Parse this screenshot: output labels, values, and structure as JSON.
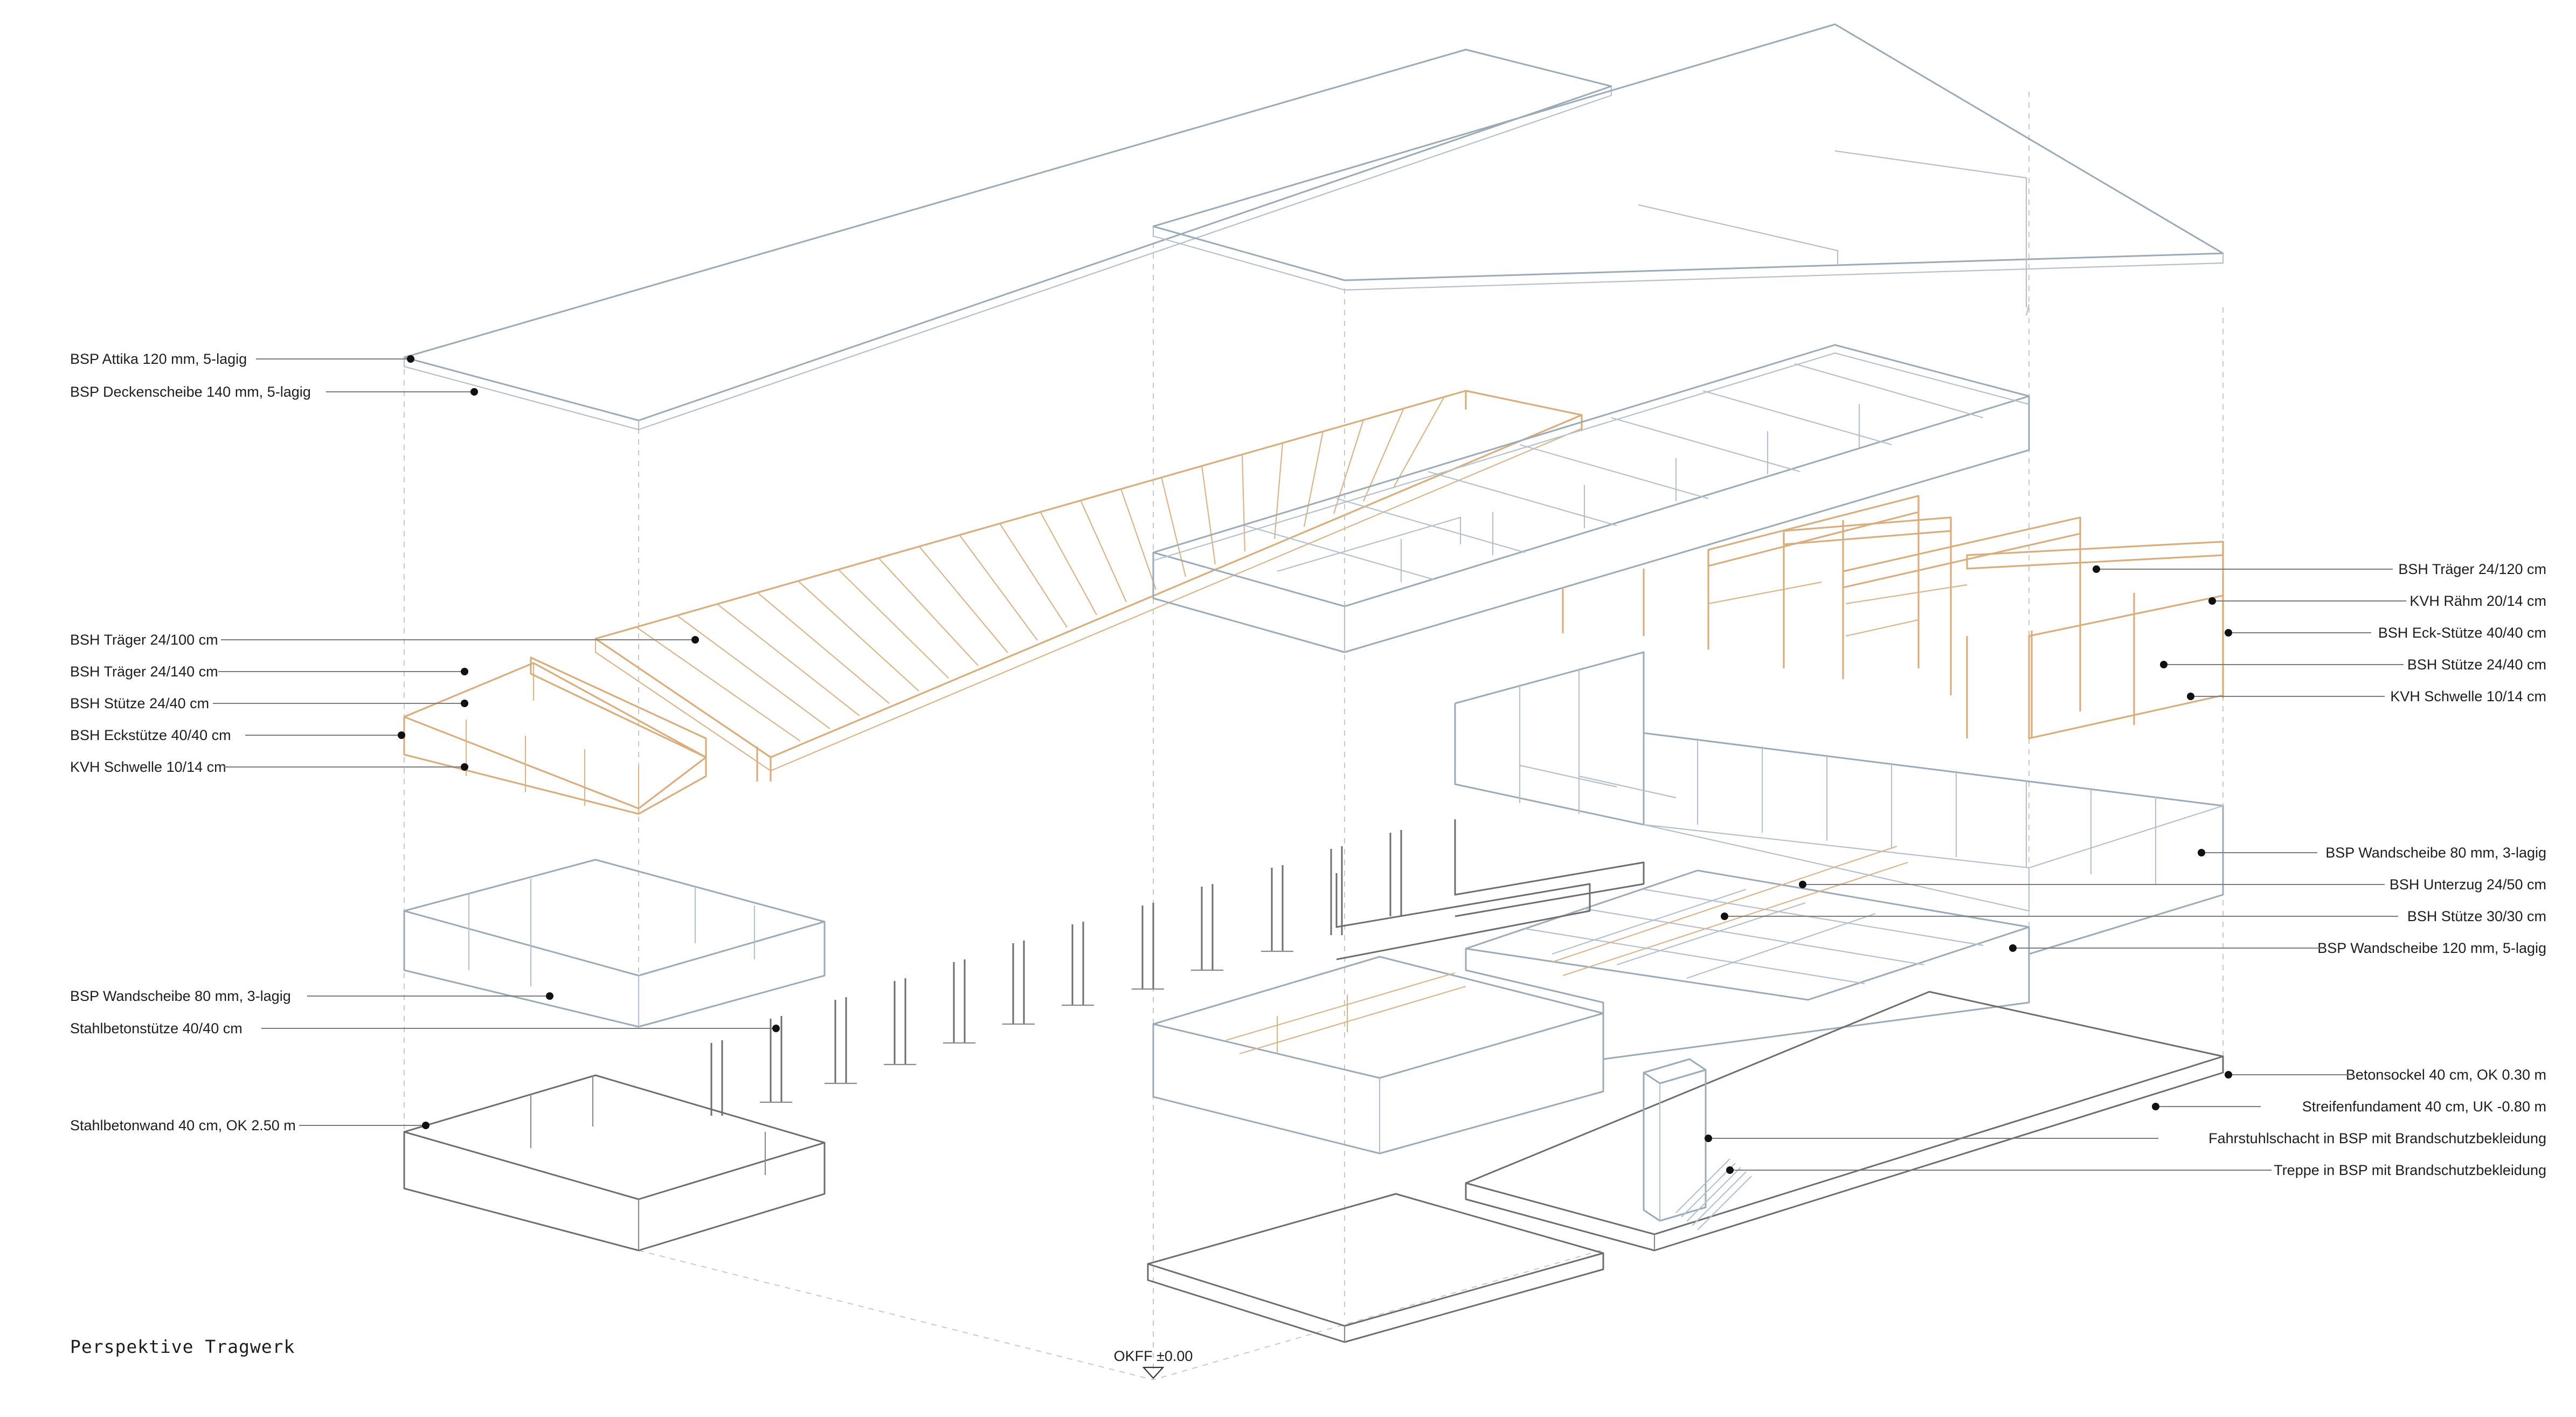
{
  "title": "Perspektive Tragwerk",
  "datum": "OKFF ±0.00",
  "colors": {
    "wood": "#d9ad7c",
    "clt": "#9aaab8",
    "concrete": "#6e6e6e",
    "leader": "#7a7a7a",
    "text": "#1e1e1e"
  },
  "labels_left": [
    "BSP Attika 120 mm, 5-lagig",
    "BSP Deckenscheibe 140 mm, 5-lagig",
    "BSH Träger 24/100 cm",
    "BSH Träger 24/140 cm",
    "BSH Stütze 24/40 cm",
    "BSH Eckstütze 40/40 cm",
    "KVH Schwelle 10/14 cm",
    "BSP Wandscheibe  80 mm, 3-lagig",
    "Stahlbetonstütze 40/40 cm",
    "Stahlbetonwand 40 cm, OK 2.50 m"
  ],
  "labels_right": [
    "BSH Träger 24/120 cm",
    "KVH Rähm 20/14 cm",
    "BSH Eck-Stütze 40/40 cm",
    "BSH Stütze 24/40 cm",
    "KVH Schwelle 10/14 cm",
    "BSP Wandscheibe  80 mm, 3-lagig",
    "BSH Unterzug 24/50 cm",
    "BSH Stütze  30/30 cm",
    "BSP Wandscheibe  120 mm, 5-lagig",
    "Betonsockel 40 cm, OK 0.30 m",
    "Streifenfundament 40 cm, UK -0.80 m",
    "Fahrstuhlschacht in BSP mit Brandschutzbekleidung",
    "Treppe in BSP mit Brandschutzbekleidung"
  ]
}
